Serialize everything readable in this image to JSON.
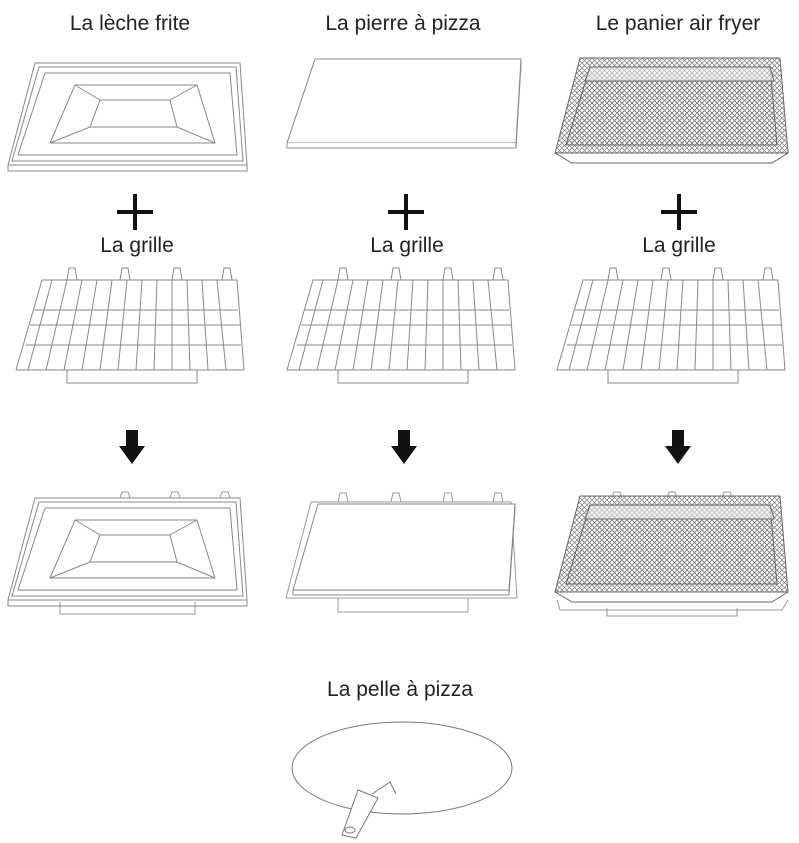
{
  "columns": [
    {
      "title": "La lèche frite",
      "accessory": "drip-tray",
      "rack_label": "La grille"
    },
    {
      "title": "La pierre à pizza",
      "accessory": "pizza-stone",
      "rack_label": "La grille"
    },
    {
      "title": "Le panier air fryer",
      "accessory": "air-fryer-basket",
      "rack_label": "La grille"
    }
  ],
  "bottom": {
    "title": "La pelle à pizza"
  },
  "icons": {
    "plus": "plus-icon",
    "arrow": "arrow-down-icon"
  }
}
